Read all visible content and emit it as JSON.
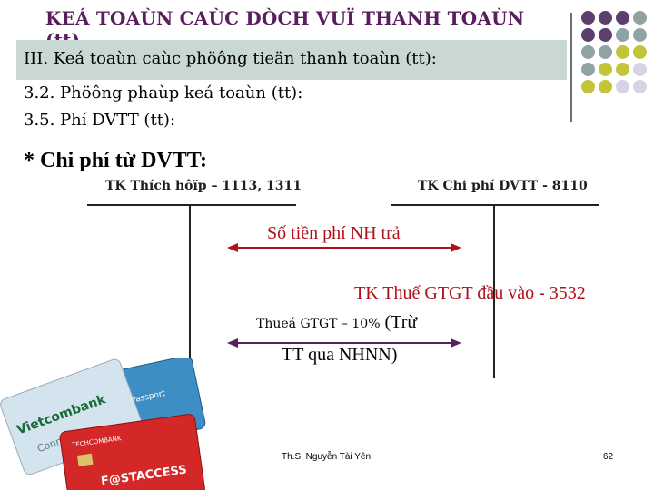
{
  "slide": {
    "title": "KEÁ TOAÙN CAÙC DÒCH VUÏ THANH TOAÙN (tt)",
    "lines": [
      "III. Keá toaùn caùc phöông tieän thanh toaùn (tt):",
      "3.2. Phöông phaùp keá toaùn (tt):",
      "3.5. Phí DVTT (tt):"
    ],
    "heading": "* Chi phí từ DVTT:",
    "account_left": "TK Thích hôïp – 1113, 1311",
    "account_right": "TK Chi phí DVTT - 8110",
    "fee_label": "Số tiền phí NH trả",
    "vat_account": "TK Thuế GTGT đầu vào - 3532",
    "vat_small": "Thueá GTGT – 10%",
    "vat_rest": " (Trừ",
    "vat_line2": "TT qua NHNN)",
    "footer": "Th.S. Nguyễn Tài Yên",
    "page_number": "62"
  },
  "colors": {
    "title": "#5a1e5e",
    "band": "#c9d8d4",
    "accent_red": "#b0101a",
    "arrow_purple": "#5a1e5e",
    "dot_purple": "#5b3f6e",
    "dot_teal": "#8fa3a3",
    "dot_olive": "#c3c43a",
    "dot_lavender": "#d7d2e4"
  },
  "images": [
    {
      "name": "bank-cards-image",
      "text": "Vietcombank"
    },
    {
      "name": "bank-cards-image",
      "text": "Connect"
    },
    {
      "name": "bank-cards-image",
      "text": "F@STACCESS"
    },
    {
      "name": "bank-cards-image",
      "text": "SaconPassport"
    },
    {
      "name": "bank-cards-image",
      "text": "TECHCOMBANK"
    }
  ]
}
